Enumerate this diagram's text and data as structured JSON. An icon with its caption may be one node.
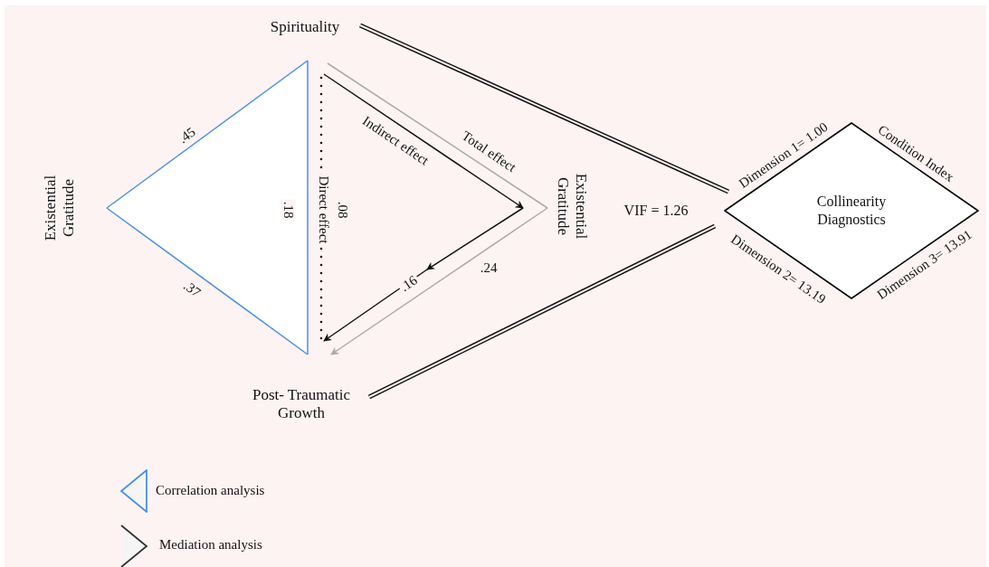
{
  "diagram": {
    "nodes": [
      {
        "text": [
          "Spirituality"
        ]
      },
      {
        "text": [
          "Existential Gratitude"
        ]
      },
      {
        "text": [
          "Existential Gratitude"
        ]
      },
      {
        "text": [
          "Post- Traumatic Growth"
        ]
      },
      {
        "text": [
          "Collinearity Diagnostics"
        ]
      }
    ],
    "edges": [
      {
        "from": 1,
        "to": 0,
        "arrow": "none",
        "label": ".45",
        "color": "#4a90e2"
      },
      {
        "from": 1,
        "to": 3,
        "arrow": "none",
        "label": ".37",
        "color": "#4a90e2"
      },
      {
        "from": 0,
        "to": 3,
        "arrow": "none",
        "label": ".18",
        "color": "#4a90e2"
      },
      {
        "from": 0,
        "to": 3,
        "arrow": "none",
        "label": "Direct effect",
        "style": "dashed"
      },
      {
        "from": 0,
        "to": 2,
        "arrow": "to",
        "label": "Indirect effect"
      },
      {
        "from": 2,
        "to": 3,
        "arrow": "to",
        "label": ".16"
      },
      {
        "from": 0,
        "to": 2,
        "arrow": "none",
        "label": "Total effect",
        "color": "#aaaaaa"
      },
      {
        "from": 2,
        "to": 3,
        "arrow": "to",
        "label": ".24",
        "color": "#aaaaaa"
      },
      {
        "from": 0,
        "to": 4,
        "arrow": "none",
        "style": "thick"
      },
      {
        "from": 3,
        "to": 4,
        "arrow": "none",
        "style": "thick"
      }
    ],
    "labels": [
      ".08",
      "VIF = 1.26",
      "Dimension 1= 1.00",
      "Condition Index",
      "Dimension 2= 13.19",
      "Dimension 3= 13.91"
    ],
    "legend": [
      {
        "text": "Correlation analysis"
      },
      {
        "text": "Mediation analysis"
      }
    ]
  }
}
